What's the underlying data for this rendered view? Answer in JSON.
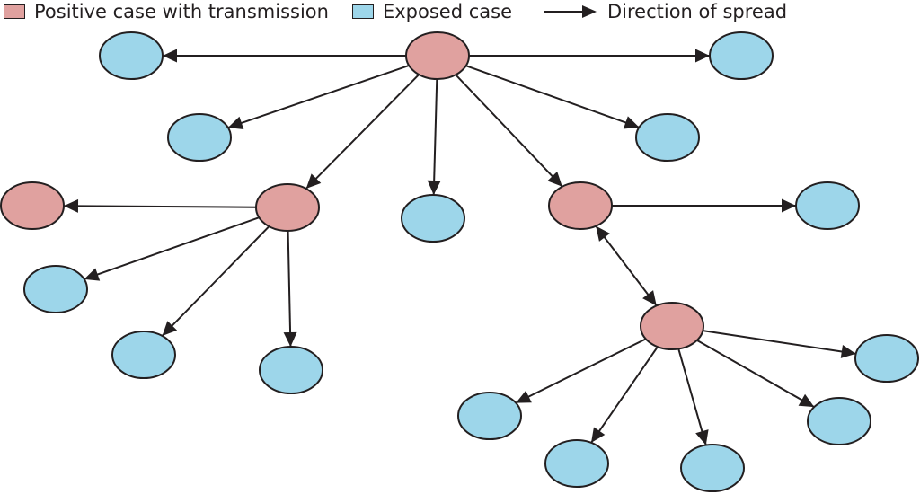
{
  "legend": {
    "positive_label": "Positive case with transmission",
    "exposed_label": "Exposed case",
    "direction_label": "Direction of spread"
  },
  "colors": {
    "positive_fill": "#e0a19f",
    "exposed_fill": "#9dd6ea",
    "stroke": "#231f20"
  },
  "nodes": [
    {
      "id": "root",
      "type": "positive"
    },
    {
      "id": "e1",
      "type": "exposed"
    },
    {
      "id": "e2",
      "type": "exposed"
    },
    {
      "id": "e3",
      "type": "exposed"
    },
    {
      "id": "e4",
      "type": "exposed"
    },
    {
      "id": "p1",
      "type": "positive"
    },
    {
      "id": "e5",
      "type": "exposed"
    },
    {
      "id": "p2",
      "type": "positive"
    },
    {
      "id": "p3",
      "type": "positive"
    },
    {
      "id": "e6",
      "type": "exposed"
    },
    {
      "id": "e7",
      "type": "exposed"
    },
    {
      "id": "e8",
      "type": "exposed"
    },
    {
      "id": "e9",
      "type": "exposed"
    },
    {
      "id": "p4",
      "type": "positive"
    },
    {
      "id": "e10",
      "type": "exposed"
    },
    {
      "id": "e11",
      "type": "exposed"
    },
    {
      "id": "e12",
      "type": "exposed"
    },
    {
      "id": "e13",
      "type": "exposed"
    },
    {
      "id": "e14",
      "type": "exposed"
    }
  ],
  "edges": [
    {
      "from": "root",
      "to": "e1"
    },
    {
      "from": "root",
      "to": "e2"
    },
    {
      "from": "root",
      "to": "e3"
    },
    {
      "from": "root",
      "to": "e4"
    },
    {
      "from": "root",
      "to": "p1"
    },
    {
      "from": "root",
      "to": "e5"
    },
    {
      "from": "root",
      "to": "p3"
    },
    {
      "from": "p1",
      "to": "p2"
    },
    {
      "from": "p1",
      "to": "e6"
    },
    {
      "from": "p1",
      "to": "e7"
    },
    {
      "from": "p1",
      "to": "e8"
    },
    {
      "from": "p3",
      "to": "e9"
    },
    {
      "from": "p3",
      "to": "p4",
      "bidirectional": true
    },
    {
      "from": "p4",
      "to": "e10"
    },
    {
      "from": "p4",
      "to": "e11"
    },
    {
      "from": "p4",
      "to": "e12"
    },
    {
      "from": "p4",
      "to": "e13"
    },
    {
      "from": "p4",
      "to": "e14"
    }
  ]
}
